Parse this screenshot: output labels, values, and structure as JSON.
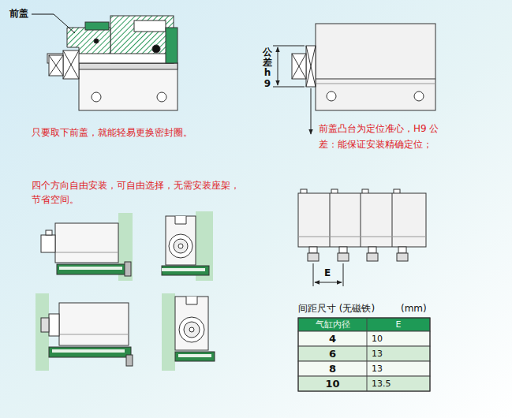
{
  "diagram": {
    "labels": [
      "前盖",
      "只要取下前盖，就能轻易更换密封圈。",
      "公差h9",
      "前盖凸台为定位准心，H9 公差：能保证安装精确定位；",
      "四个方向自由安装，可自由选择，无需安装座架，节省空间。",
      "E",
      "间距尺寸 (无磁铁)",
      "(mm)",
      "气缸内径",
      "E",
      "4",
      "10",
      "6",
      "13",
      "8",
      "13",
      "10",
      "13.5"
    ]
  }
}
